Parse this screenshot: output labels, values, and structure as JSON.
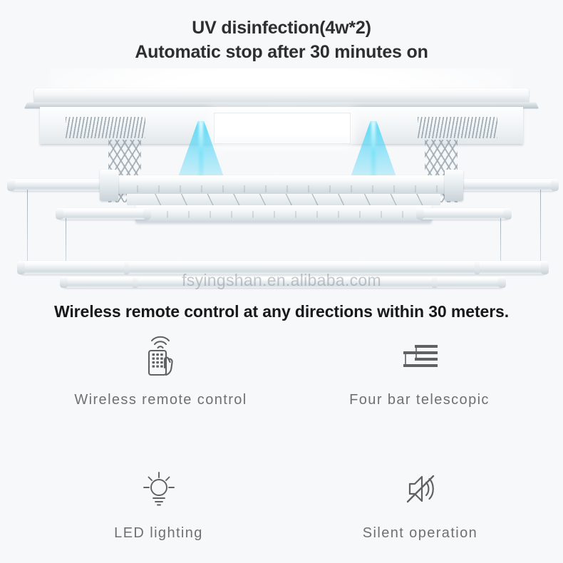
{
  "headings": {
    "line1": "UV disinfection(4w*2)",
    "line2": "Automatic stop after 30 minutes on"
  },
  "tagline": "Wireless remote control at any directions within 30 meters.",
  "watermark": "fsyingshan.en.alibaba.com",
  "colors": {
    "background": "#f7f8fa",
    "heading_text": "#2e2e30",
    "tagline_text": "#16181a",
    "feature_label": "#6f7072",
    "uv_beam": "#50d7f5",
    "product_metal": "#dfe6ea",
    "watermark_text": "#788088"
  },
  "product": {
    "name": "ceiling-mounted-electric-clothes-drying-rack",
    "components": {
      "housing": "ceiling-housing",
      "led_panel": "center-led-panel",
      "vent_left": "left-vent-grille",
      "vent_right": "right-vent-grille",
      "uv_beam_left": "uv-light-beam",
      "uv_beam_right": "uv-light-beam",
      "scissor_left": "scissor-lift-arm",
      "scissor_right": "scissor-lift-arm"
    }
  },
  "features": [
    {
      "icon": "remote-control-icon",
      "label": "Wireless remote control"
    },
    {
      "icon": "telescopic-bars-icon",
      "label": "Four bar telescopic"
    },
    {
      "icon": "light-bulb-icon",
      "label": "LED lighting"
    },
    {
      "icon": "muted-speaker-icon",
      "label": "Silent operation"
    }
  ]
}
